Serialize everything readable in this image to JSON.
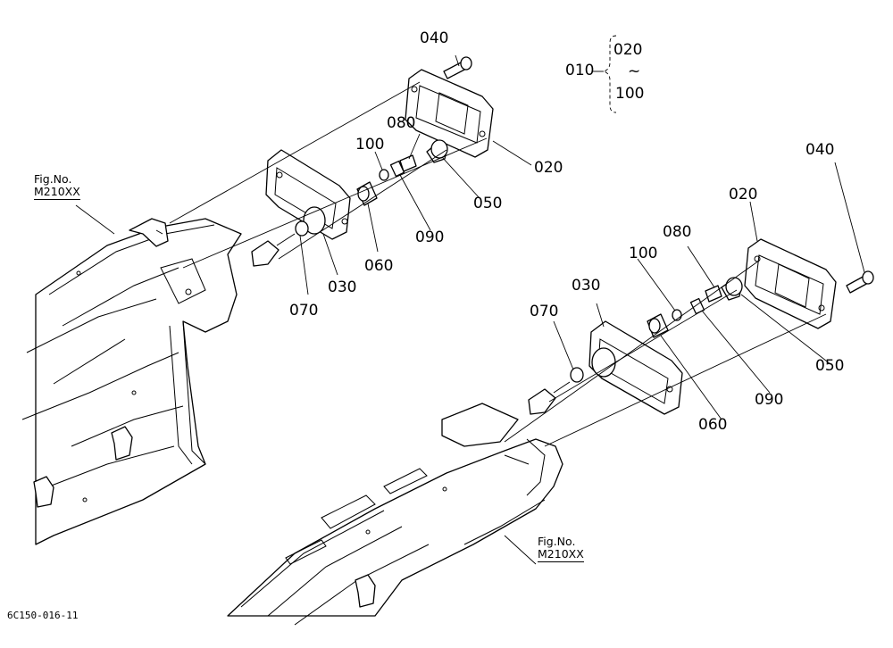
{
  "labels": {
    "p010": "010",
    "p020": "020",
    "p030": "030",
    "p040": "040",
    "p050": "050",
    "p060": "060",
    "p070": "070",
    "p080": "080",
    "p090": "090",
    "p100": "100",
    "range_tilde": "~"
  },
  "fig_refs": {
    "left": {
      "line1": "Fig.No.",
      "line2": "M210XX"
    },
    "right": {
      "line1": "Fig.No.",
      "line2": "M210XX"
    }
  },
  "drawing_code": "6C150-016-11"
}
